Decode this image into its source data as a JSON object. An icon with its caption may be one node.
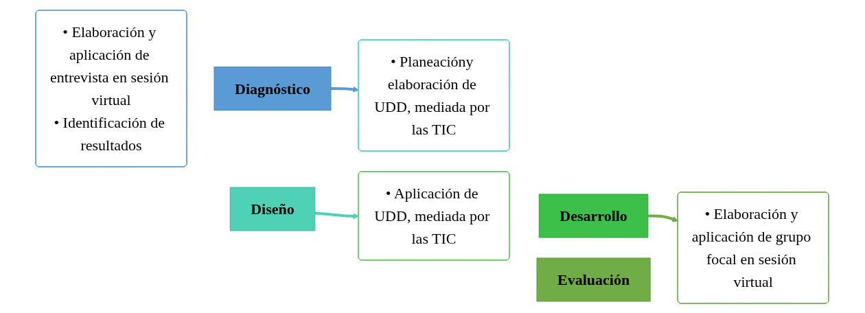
{
  "diagram": {
    "nodes": [
      {
        "text": [
          "• Elaboración y aplicación de entrevista en sesión virtual",
          "• Identificación de resultados"
        ]
      },
      {
        "text": [
          "Diagnóstico"
        ]
      },
      {
        "text": [
          "Diseño"
        ]
      },
      {
        "text": [
          "• Planeacióny elaboración de UDD, mediada por las TIC"
        ]
      },
      {
        "text": [
          "• Aplicación de UDD, mediada por las TIC"
        ]
      },
      {
        "text": [
          "Desarrollo"
        ]
      },
      {
        "text": [
          "Evaluación"
        ]
      },
      {
        "text": [
          "• Elaboración y aplicación de grupo focal en sesión virtual"
        ]
      }
    ],
    "edges": [
      {
        "from": 1,
        "to": 3,
        "arrow": "to",
        "color": "#5b9bd5"
      },
      {
        "from": 2,
        "to": 4,
        "arrow": "to",
        "color": "#4fd1b5"
      },
      {
        "from": 5,
        "to": 7,
        "arrow": "to",
        "color": "#70ad47"
      }
    ]
  }
}
